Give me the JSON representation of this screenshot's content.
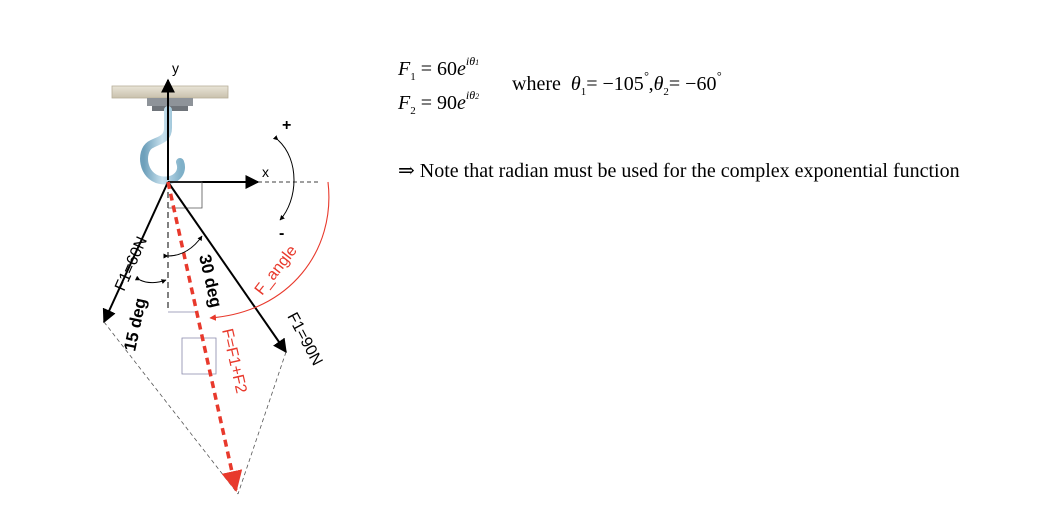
{
  "equations": {
    "f1": {
      "lhs": "F",
      "sub": "1",
      "rhs_coef": "60",
      "base": "e",
      "exp_i": "iθ",
      "exp_sub": "1"
    },
    "f2": {
      "lhs": "F",
      "sub": "2",
      "rhs_coef": "90",
      "base": "e",
      "exp_i": "iθ",
      "exp_sub": "2"
    },
    "where": {
      "word": "where",
      "theta": "θ",
      "t1_sub": "1",
      "t1_val": "= −105",
      "t2_sub": "2",
      "t2_val": "= −60",
      "degree": "°"
    },
    "note": {
      "arrow": "⇒",
      "text": "Note that radian must be used for the complex exponential function"
    }
  },
  "diagram": {
    "axis_y": "y",
    "axis_x": "x",
    "plus": "+",
    "minus": "-",
    "f1_label": "F1=60N",
    "f2_label": "F1=90N",
    "deg15": "15 deg",
    "deg30": "30 deg",
    "resultant": "F=F1+F2",
    "angle_label": "F_angle",
    "colors": {
      "red": "#e8392c",
      "arc": "#e8392c",
      "axes": "#000000",
      "hook": "#9cc3d8"
    }
  }
}
